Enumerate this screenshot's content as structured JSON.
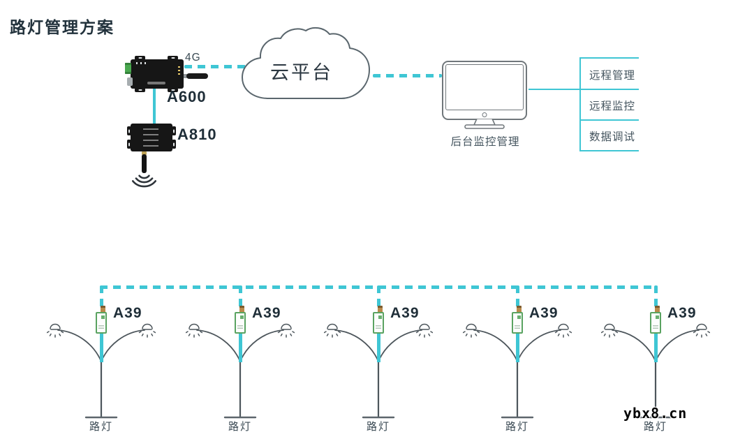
{
  "title": "路灯管理方案",
  "colors": {
    "accent_teal": "#3fc6d4",
    "ink": "#22323c",
    "device_black": "#161616"
  },
  "uplink": {
    "link_label": "4G",
    "gateway_label": "A600",
    "radio_label": "A810"
  },
  "cloud": {
    "label": "云平台"
  },
  "monitor": {
    "label": "后台监控管理"
  },
  "functions": [
    {
      "label": "远程管理"
    },
    {
      "label": "远程监控"
    },
    {
      "label": "数据调试"
    }
  ],
  "lights": [
    {
      "module_label": "A39",
      "pole_label": "路灯"
    },
    {
      "module_label": "A39",
      "pole_label": "路灯"
    },
    {
      "module_label": "A39",
      "pole_label": "路灯"
    },
    {
      "module_label": "A39",
      "pole_label": "路灯"
    },
    {
      "module_label": "A39",
      "pole_label": "路灯"
    }
  ],
  "watermark": "ybx8.cn"
}
